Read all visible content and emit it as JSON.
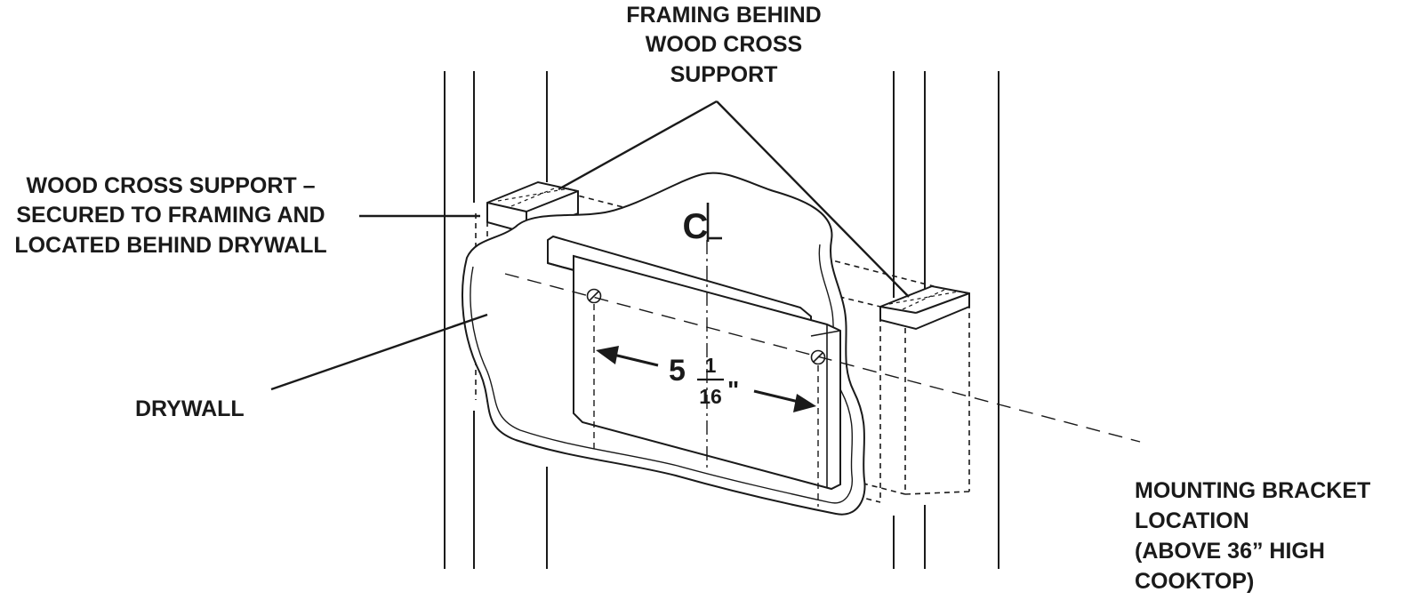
{
  "labels": {
    "framing_behind": [
      "FRAMING BEHIND",
      "WOOD CROSS",
      "SUPPORT"
    ],
    "wood_cross_support": [
      "WOOD CROSS SUPPORT –",
      "SECURED TO FRAMING AND",
      "LOCATED BEHIND DRYWALL"
    ],
    "drywall": [
      "DRYWALL"
    ],
    "mounting_bracket": [
      "MOUNTING BRACKET",
      "LOCATION",
      "(ABOVE 36” HIGH",
      "COOKTOP)"
    ]
  },
  "dimension": {
    "whole": "5",
    "numerator": "1",
    "denominator": "16",
    "unit": "\""
  },
  "centerline_symbol": {
    "letter": "C"
  },
  "colors": {
    "ink": "#1a1a1a",
    "background": "#ffffff"
  }
}
